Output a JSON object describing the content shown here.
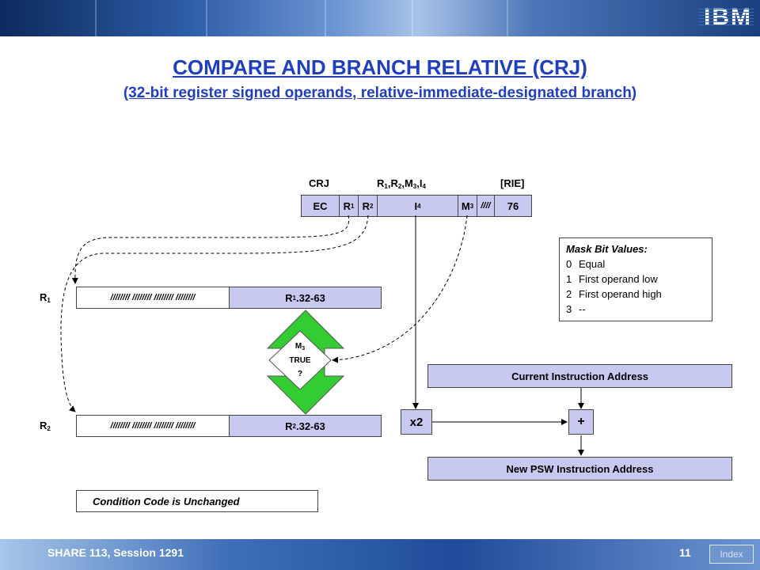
{
  "header": {
    "logo": "IBM"
  },
  "title": "COMPARE AND BRANCH RELATIVE (CRJ)",
  "subtitle": "(32-bit register signed operands, relative-immediate-designated branch)",
  "format": {
    "mnemonic": "CRJ",
    "operands_base": [
      "R",
      "R",
      "M",
      "I"
    ],
    "operands_subs": [
      "1",
      "2",
      "3",
      "4"
    ],
    "type": "[RIE]",
    "cells": {
      "ec": "EC",
      "r1": "R",
      "r1_sub": "1",
      "r2": "R",
      "r2_sub": "2",
      "i4": "I",
      "i4_sub": "4",
      "m3": "M",
      "m3_sub": "3",
      "unused": "////",
      "opcode": "76"
    }
  },
  "registers": {
    "r1_label": "R",
    "r1_label_sub": "1",
    "r2_label": "R",
    "r2_label_sub": "2",
    "high_bits": "//////// //////// //////// ////////",
    "r1_low": "R",
    "r1_low_sub": "1",
    "r1_low_suffix": ".32-63",
    "r2_low": "R",
    "r2_low_sub": "2",
    "r2_low_suffix": ".32-63"
  },
  "compare": {
    "line1": "M",
    "line1_sub": "3",
    "line2": "TRUE",
    "line3": "?"
  },
  "mask": {
    "title": "Mask Bit Values:",
    "items": [
      {
        "k": "0",
        "v": "Equal"
      },
      {
        "k": "1",
        "v": "First operand low"
      },
      {
        "k": "2",
        "v": "First operand high"
      },
      {
        "k": "3",
        "v": "--"
      }
    ]
  },
  "address": {
    "current": "Current Instruction Address",
    "x2": "x2",
    "plus": "+",
    "new_psw": "New PSW Instruction Address"
  },
  "condition_code": "Condition Code is Unchanged",
  "footer": {
    "session": "SHARE 113, Session 1291",
    "page": "11",
    "index": "Index"
  },
  "colors": {
    "title": "#1f3fbf",
    "box_fill": "#c8c9f0",
    "arrow_fill": "#33cc33"
  }
}
